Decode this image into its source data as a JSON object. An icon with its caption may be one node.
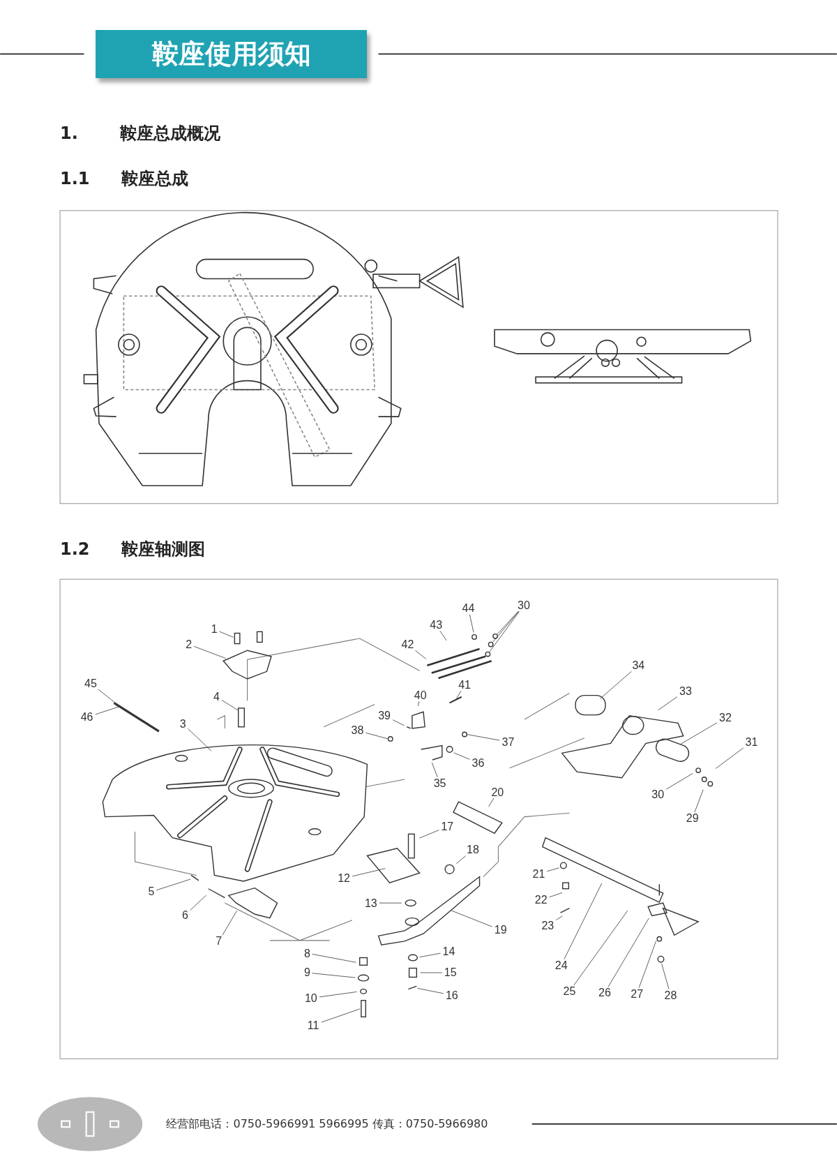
{
  "diagram": {
    "title": "鞍座使用须知",
    "nodes": [
      {
        "text": [
          "1"
        ]
      },
      {
        "text": [
          "2"
        ]
      },
      {
        "text": [
          "3"
        ]
      },
      {
        "text": [
          "4"
        ]
      },
      {
        "text": [
          "5"
        ]
      },
      {
        "text": [
          "6"
        ]
      },
      {
        "text": [
          "7"
        ]
      },
      {
        "text": [
          "8"
        ]
      },
      {
        "text": [
          "9"
        ]
      },
      {
        "text": [
          "10"
        ]
      },
      {
        "text": [
          "11"
        ]
      },
      {
        "text": [
          "12"
        ]
      },
      {
        "text": [
          "13"
        ]
      },
      {
        "text": [
          "14"
        ]
      },
      {
        "text": [
          "15"
        ]
      },
      {
        "text": [
          "16"
        ]
      },
      {
        "text": [
          "17"
        ]
      },
      {
        "text": [
          "18"
        ]
      },
      {
        "text": [
          "19"
        ]
      },
      {
        "text": [
          "20"
        ]
      },
      {
        "text": [
          "21"
        ]
      },
      {
        "text": [
          "22"
        ]
      },
      {
        "text": [
          "23"
        ]
      },
      {
        "text": [
          "24"
        ]
      },
      {
        "text": [
          "25"
        ]
      },
      {
        "text": [
          "26"
        ]
      },
      {
        "text": [
          "27"
        ]
      },
      {
        "text": [
          "28"
        ]
      },
      {
        "text": [
          "29"
        ]
      },
      {
        "text": [
          "30"
        ]
      },
      {
        "text": [
          "31"
        ]
      },
      {
        "text": [
          "32"
        ]
      },
      {
        "text": [
          "33"
        ]
      },
      {
        "text": [
          "34"
        ]
      },
      {
        "text": [
          "35"
        ]
      },
      {
        "text": [
          "36"
        ]
      },
      {
        "text": [
          "37"
        ]
      },
      {
        "text": [
          "38"
        ]
      },
      {
        "text": [
          "39"
        ]
      },
      {
        "text": [
          "40"
        ]
      },
      {
        "text": [
          "41"
        ]
      },
      {
        "text": [
          "42"
        ]
      },
      {
        "text": [
          "43"
        ]
      },
      {
        "text": [
          "44"
        ]
      },
      {
        "text": [
          "30"
        ]
      },
      {
        "text": [
          "45"
        ]
      },
      {
        "text": [
          "46"
        ]
      },
      {
        "text": [],
        "shape": "picture"
      },
      {
        "text": [],
        "shape": "bar"
      },
      {
        "text": [],
        "shape": "circle"
      },
      {
        "text": [],
        "shape": "circle"
      }
    ],
    "edges": [
      {
        "from": 0,
        "to": null,
        "arrow": "none"
      },
      {
        "from": 1,
        "to": null,
        "arrow": "none"
      },
      {
        "from": 2,
        "to": null,
        "arrow": "none"
      },
      {
        "from": 3,
        "to": null,
        "arrow": "none"
      },
      {
        "from": 4,
        "to": null,
        "arrow": "none"
      },
      {
        "from": 5,
        "to": null,
        "arrow": "none"
      },
      {
        "from": 6,
        "to": null,
        "arrow": "none"
      },
      {
        "from": 7,
        "to": null,
        "arrow": "none"
      },
      {
        "from": 8,
        "to": null,
        "arrow": "none"
      },
      {
        "from": 9,
        "to": null,
        "arrow": "none"
      },
      {
        "from": 10,
        "to": null,
        "arrow": "none"
      },
      {
        "from": 11,
        "to": null,
        "arrow": "none"
      },
      {
        "from": 12,
        "to": null,
        "arrow": "none"
      },
      {
        "from": 13,
        "to": null,
        "arrow": "none"
      },
      {
        "from": 14,
        "to": null,
        "arrow": "none"
      },
      {
        "from": 15,
        "to": null,
        "arrow": "none"
      },
      {
        "from": 16,
        "to": null,
        "arrow": "none"
      },
      {
        "from": 17,
        "to": null,
        "arrow": "none"
      },
      {
        "from": 18,
        "to": 47,
        "arrow": "none"
      },
      {
        "from": 19,
        "to": null,
        "arrow": "none"
      },
      {
        "from": 20,
        "to": null,
        "arrow": "none"
      },
      {
        "from": 21,
        "to": null,
        "arrow": "none"
      },
      {
        "from": 22,
        "to": null,
        "arrow": "none"
      },
      {
        "from": 23,
        "to": null,
        "arrow": "none"
      },
      {
        "from": 24,
        "to": null,
        "arrow": "none"
      },
      {
        "from": 25,
        "to": null,
        "arrow": "none"
      },
      {
        "from": 26,
        "to": null,
        "arrow": "none"
      },
      {
        "from": 27,
        "to": null,
        "arrow": "none"
      },
      {
        "from": 28,
        "to": null,
        "arrow": "none"
      },
      {
        "from": 29,
        "to": null,
        "arrow": "none"
      },
      {
        "from": 30,
        "to": null,
        "arrow": "none"
      },
      {
        "from": 31,
        "to": null,
        "arrow": "none"
      },
      {
        "from": 32,
        "to": null,
        "arrow": "none"
      },
      {
        "from": 33,
        "to": null,
        "arrow": "none"
      },
      {
        "from": 34,
        "to": null,
        "arrow": "none"
      },
      {
        "from": 35,
        "to": null,
        "arrow": "none"
      },
      {
        "from": 36,
        "to": 50,
        "arrow": "none"
      },
      {
        "from": 37,
        "to": 49,
        "arrow": "none"
      },
      {
        "from": 38,
        "to": null,
        "arrow": "none"
      },
      {
        "from": 39,
        "to": null,
        "arrow": "none"
      },
      {
        "from": 40,
        "to": null,
        "arrow": "none"
      },
      {
        "from": 41,
        "to": null,
        "arrow": "none"
      },
      {
        "from": 42,
        "to": null,
        "arrow": "none"
      },
      {
        "from": 43,
        "to": null,
        "arrow": "none"
      },
      {
        "from": 44,
        "to": null,
        "arrow": "none"
      },
      {
        "from": 44,
        "to": null,
        "arrow": "none"
      },
      {
        "from": 44,
        "to": null,
        "arrow": "none"
      },
      {
        "from": 45,
        "to": 48,
        "arrow": "none"
      },
      {
        "from": 46,
        "to": 48,
        "arrow": "none"
      }
    ],
    "labels": [
      "1.",
      "鞍座总成概况",
      "1.1",
      "鞍座总成",
      "1.2",
      "鞍座轴测图",
      "经营部电话：0750-5966991 5966995 传真：0750-5966980"
    ]
  }
}
